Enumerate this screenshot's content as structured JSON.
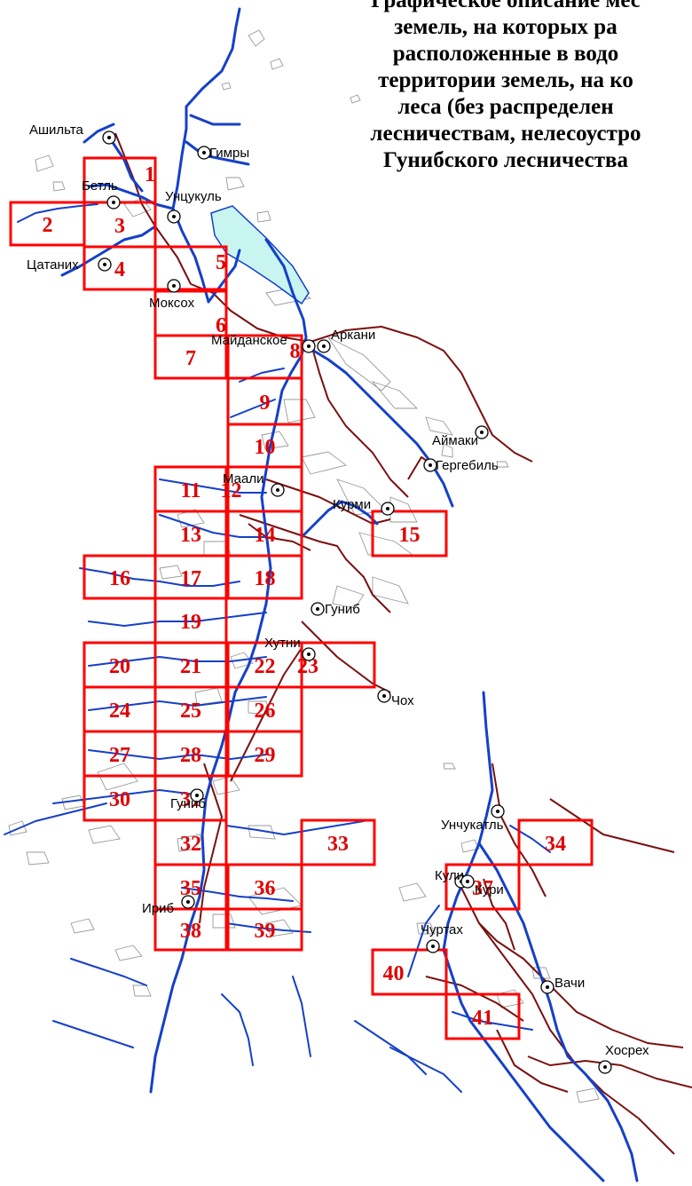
{
  "title": {
    "lines": [
      "Графическое описание мес",
      "земель, на которых ра",
      "расположенные в водо",
      "территории земель, на ко",
      "леса (без распределен",
      "лесничествам, нелесоустро",
      "Гунибского лесничества"
    ]
  },
  "colors": {
    "sheet": "#ff0000",
    "sheet_number": "#e00000",
    "river": "#1540c8",
    "road": "#7a1010",
    "reservoir": "#c8f5f0"
  },
  "sheets": [
    {
      "number": "1"
    },
    {
      "number": "2"
    },
    {
      "number": "3"
    },
    {
      "number": "4"
    },
    {
      "number": "5"
    },
    {
      "number": "6"
    },
    {
      "number": "7"
    },
    {
      "number": "8"
    },
    {
      "number": "9"
    },
    {
      "number": "10"
    },
    {
      "number": "11"
    },
    {
      "number": "12"
    },
    {
      "number": "13"
    },
    {
      "number": "14"
    },
    {
      "number": "15"
    },
    {
      "number": "16"
    },
    {
      "number": "17"
    },
    {
      "number": "18"
    },
    {
      "number": "19"
    },
    {
      "number": "20"
    },
    {
      "number": "21"
    },
    {
      "number": "22"
    },
    {
      "number": "23"
    },
    {
      "number": "24"
    },
    {
      "number": "25"
    },
    {
      "number": "26"
    },
    {
      "number": "27"
    },
    {
      "number": "28"
    },
    {
      "number": "29"
    },
    {
      "number": "30"
    },
    {
      "number": "31"
    },
    {
      "number": "32"
    },
    {
      "number": "33"
    },
    {
      "number": "34"
    },
    {
      "number": "35"
    },
    {
      "number": "36"
    },
    {
      "number": "37"
    },
    {
      "number": "38"
    },
    {
      "number": "39"
    },
    {
      "number": "40"
    },
    {
      "number": "41"
    }
  ],
  "places": [
    {
      "name": "Ашильта"
    },
    {
      "name": "Гимры"
    },
    {
      "name": "Бетль"
    },
    {
      "name": "Унцукуль"
    },
    {
      "name": "Цатаних"
    },
    {
      "name": "Моксох"
    },
    {
      "name": "Майданское"
    },
    {
      "name": "Аркани"
    },
    {
      "name": "Аймаки"
    },
    {
      "name": "Гергебиль"
    },
    {
      "name": "Маали"
    },
    {
      "name": "Курми"
    },
    {
      "name": "Гуниб"
    },
    {
      "name": "Хутни"
    },
    {
      "name": "Чох"
    },
    {
      "name": "Унчукатль"
    },
    {
      "name": "Кули"
    },
    {
      "name": "Кури"
    },
    {
      "name": "Чуртах"
    },
    {
      "name": "Вачи"
    },
    {
      "name": "Хосрех"
    },
    {
      "name": "Гуниб"
    },
    {
      "name": "Ириб"
    }
  ]
}
